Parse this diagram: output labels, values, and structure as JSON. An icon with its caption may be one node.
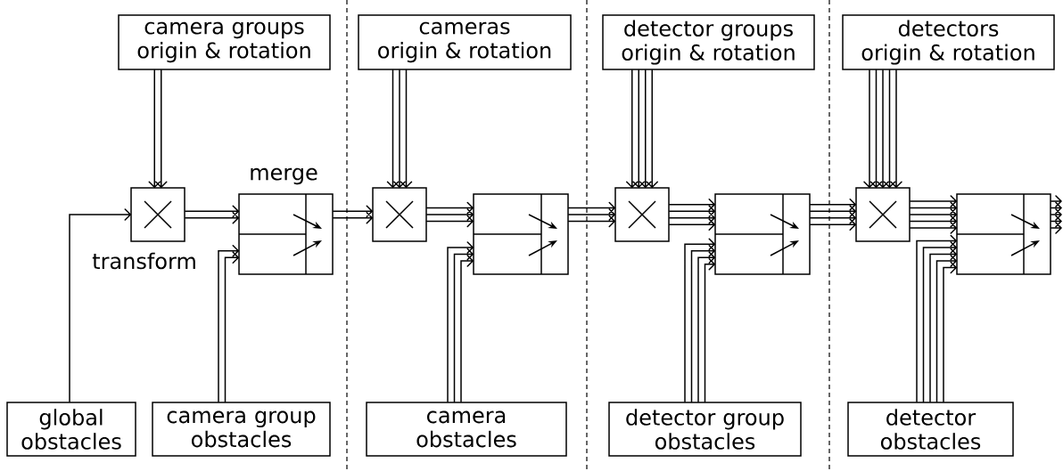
{
  "diagram": {
    "nodes": [
      {
        "text": [
          "camera groups",
          "origin & rotation"
        ]
      },
      {
        "text": [
          "cameras",
          "origin & rotation"
        ]
      },
      {
        "text": [
          "detector groups",
          "origin & rotation"
        ]
      },
      {
        "text": [
          "detectors",
          "origin & rotation"
        ]
      },
      {
        "text": [],
        "shape": "box",
        "beside": [
          "transform"
        ]
      },
      {
        "text": [],
        "shape": "box",
        "beside": [
          "merge"
        ]
      },
      {
        "text": [],
        "shape": "box"
      },
      {
        "text": [],
        "shape": "box"
      },
      {
        "text": [],
        "shape": "box"
      },
      {
        "text": [],
        "shape": "box"
      },
      {
        "text": [],
        "shape": "box"
      },
      {
        "text": [],
        "shape": "box"
      },
      {
        "text": [
          "global obstacles"
        ]
      },
      {
        "text": [
          "camera group obstacles"
        ]
      },
      {
        "text": [
          "camera obstacles"
        ]
      },
      {
        "text": [
          "detector group obstacles"
        ]
      },
      {
        "text": [
          "detector obstacles"
        ]
      }
    ],
    "edges": [
      {
        "from": 0,
        "to": 4,
        "arrow": "to"
      },
      {
        "from": 12,
        "to": 4,
        "arrow": "to"
      },
      {
        "from": 4,
        "to": 5,
        "arrow": "to"
      },
      {
        "from": 13,
        "to": 5,
        "arrow": "to"
      },
      {
        "from": 5,
        "to": 6,
        "arrow": "to"
      },
      {
        "from": 1,
        "to": 6,
        "arrow": "to"
      },
      {
        "from": 6,
        "to": 7,
        "arrow": "to"
      },
      {
        "from": 14,
        "to": 7,
        "arrow": "to"
      },
      {
        "from": 7,
        "to": 8,
        "arrow": "to"
      },
      {
        "from": 2,
        "to": 8,
        "arrow": "to"
      },
      {
        "from": 8,
        "to": 9,
        "arrow": "to"
      },
      {
        "from": 15,
        "to": 9,
        "arrow": "to"
      },
      {
        "from": 9,
        "to": 10,
        "arrow": "to"
      },
      {
        "from": 3,
        "to": 10,
        "arrow": "to"
      },
      {
        "from": 10,
        "to": 11,
        "arrow": "to"
      },
      {
        "from": 16,
        "to": 11,
        "arrow": "to"
      },
      {
        "from": 11,
        "to": null,
        "arrow": "to"
      }
    ]
  }
}
